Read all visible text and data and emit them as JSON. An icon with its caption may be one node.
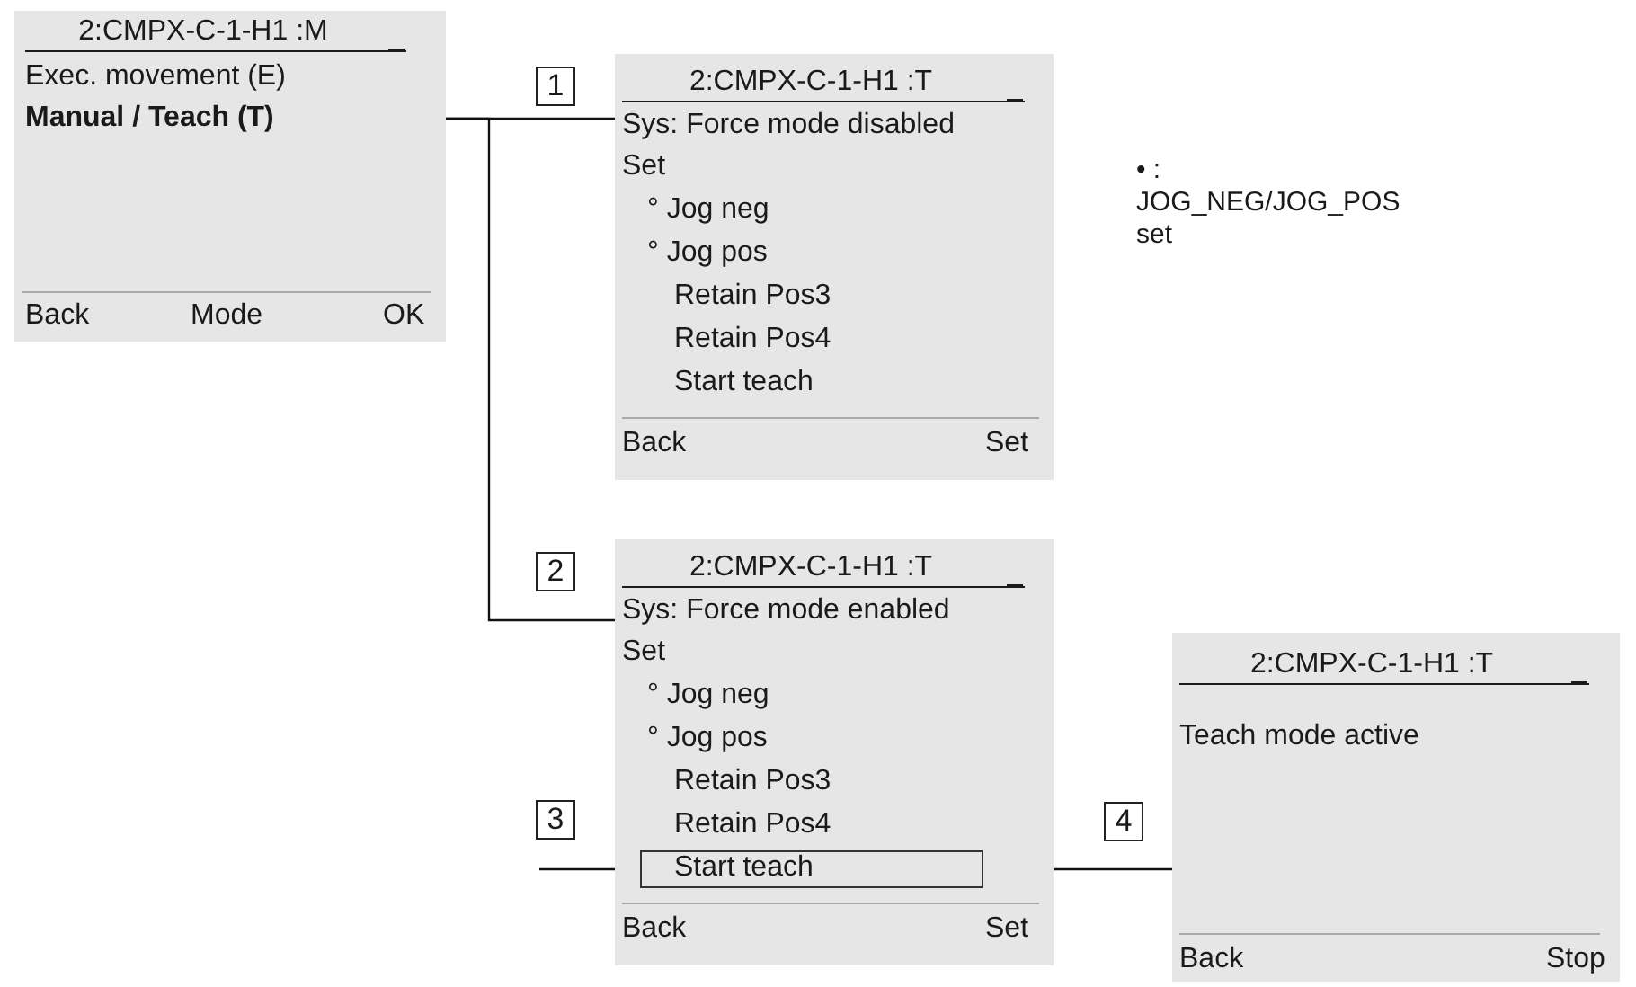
{
  "diagram": {
    "nodes": [
      {
        "text": [
          "2:CMPX-C-1-H1 :M",
          "Exec. movement (E)",
          "Back",
          "Mode",
          "OK"
        ]
      },
      {
        "text": [
          "Manual / Teach (T)"
        ],
        "in": 0
      },
      {
        "text": [
          "2:CMPX-C-1-H1 :T",
          "Sys: Force mode disabled",
          "Set",
          "° Jog neg",
          "° Jog pos",
          "Retain Pos3",
          "Retain Pos4",
          "Start teach",
          "Back",
          "Set"
        ]
      },
      {
        "text": [
          "2:CMPX-C-1-H1 :T",
          "Sys: Force mode enabled",
          "Set",
          "° Jog neg",
          "° Jog pos",
          "Retain Pos3",
          "Retain Pos4",
          "Back",
          "Set"
        ]
      },
      {
        "text": [
          "Start teach"
        ],
        "in": 3
      },
      {
        "text": [
          "2:CMPX-C-1-H1 :T",
          "Teach mode active",
          "Back",
          "Stop"
        ]
      }
    ],
    "edges": [
      {
        "from": 1,
        "to": 2,
        "arrow": "none",
        "label": "1"
      },
      {
        "from": 1,
        "to": 3,
        "arrow": "none",
        "label": "2"
      },
      {
        "from": null,
        "to": 4,
        "arrow": "none",
        "label": "3"
      },
      {
        "from": 4,
        "to": 5,
        "arrow": "none",
        "label": "4"
      }
    ],
    "labels": [
      "• : JOG_NEG/JOG_POS set"
    ]
  }
}
